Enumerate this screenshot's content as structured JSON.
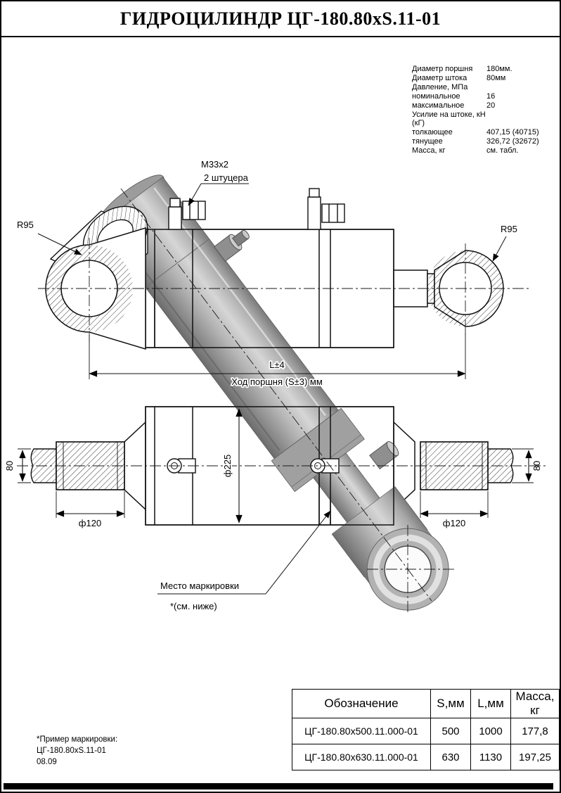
{
  "title": "ГИДРОЦИЛИНДР ЦГ-180.80хS.11-01",
  "specs": {
    "rows": [
      {
        "label": "Диаметр поршня",
        "value": "180мм."
      },
      {
        "label": "Диаметр штока",
        "value": "80мм"
      },
      {
        "label": "Давление, МПа",
        "value": ""
      },
      {
        "label": "номинальное",
        "value": "16"
      },
      {
        "label": "максимальное",
        "value": "20"
      },
      {
        "label": "Усилие на штоке, кН (кГ)",
        "value": ""
      },
      {
        "label": "толкающее",
        "value": "407,15 (40715)"
      },
      {
        "label": "тянущее",
        "value": "326,72 (32672)"
      },
      {
        "label": "Масса, кг",
        "value": "см. табл."
      }
    ]
  },
  "drawing": {
    "fitting_thread": "М33х2",
    "fitting_count": "2 штуцера",
    "radius_left": "R95",
    "radius_right": "R95",
    "length_dim": "L±4",
    "stroke_dim": "Ход поршня (S±3) мм",
    "bore_dim": "ф225",
    "eye_dim_left": "80",
    "eye_dim_right": "80",
    "pin_dim_left": "ф120",
    "pin_dim_right": "ф120",
    "marking_label": "Место маркировки",
    "marking_note": "*(см. ниже)"
  },
  "footnote": {
    "line1": "*Пример маркировки:",
    "line2": "ЦГ-180.80хS.11-01",
    "line3": "08.09"
  },
  "table": {
    "headers": [
      "Обозначение",
      "S,мм",
      "L,мм",
      "Масса, кг"
    ],
    "rows": [
      {
        "designation": "ЦГ-180.80х500.11.000-01",
        "s": "500",
        "l": "1000",
        "mass": "177,8"
      },
      {
        "designation": "ЦГ-180.80х630.11.000-01",
        "s": "630",
        "l": "1130",
        "mass": "197,25"
      }
    ]
  }
}
